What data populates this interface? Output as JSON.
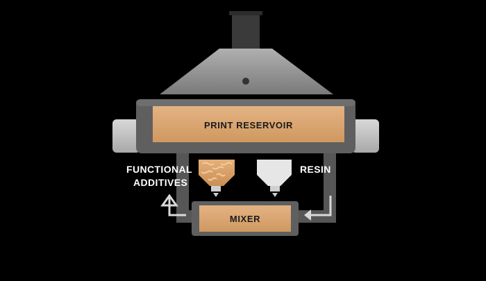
{
  "diagram": {
    "reservoir_label": "PRINT RESERVOIR",
    "mixer_label": "MIXER",
    "functional_additives_label_line1": "FUNCTIONAL",
    "functional_additives_label_line2": "ADDITIVES",
    "resin_label": "RESIN"
  },
  "colors": {
    "background": "#000000",
    "hood": "#8c8c8c",
    "housing": "#5f5f5f",
    "side_block": "#c4c4c4",
    "reservoir_fill": "#d9a36e",
    "resin_hopper": "#e6e6e6",
    "label_text": "#ffffff"
  }
}
